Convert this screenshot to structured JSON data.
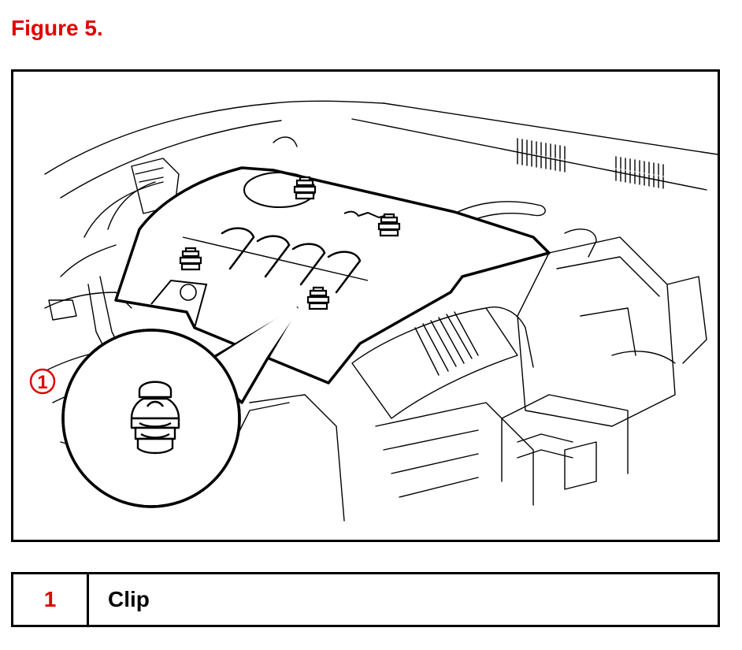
{
  "figure": {
    "title": "Figure 5.",
    "title_color": "#e00000"
  },
  "callout": {
    "number": "1",
    "color": "#e00000"
  },
  "legend": {
    "rows": [
      {
        "number": "1",
        "label": "Clip"
      }
    ]
  },
  "icons": [
    "clip-icon",
    "engine-cover",
    "air-intake-hose",
    "air-cleaner-box"
  ]
}
